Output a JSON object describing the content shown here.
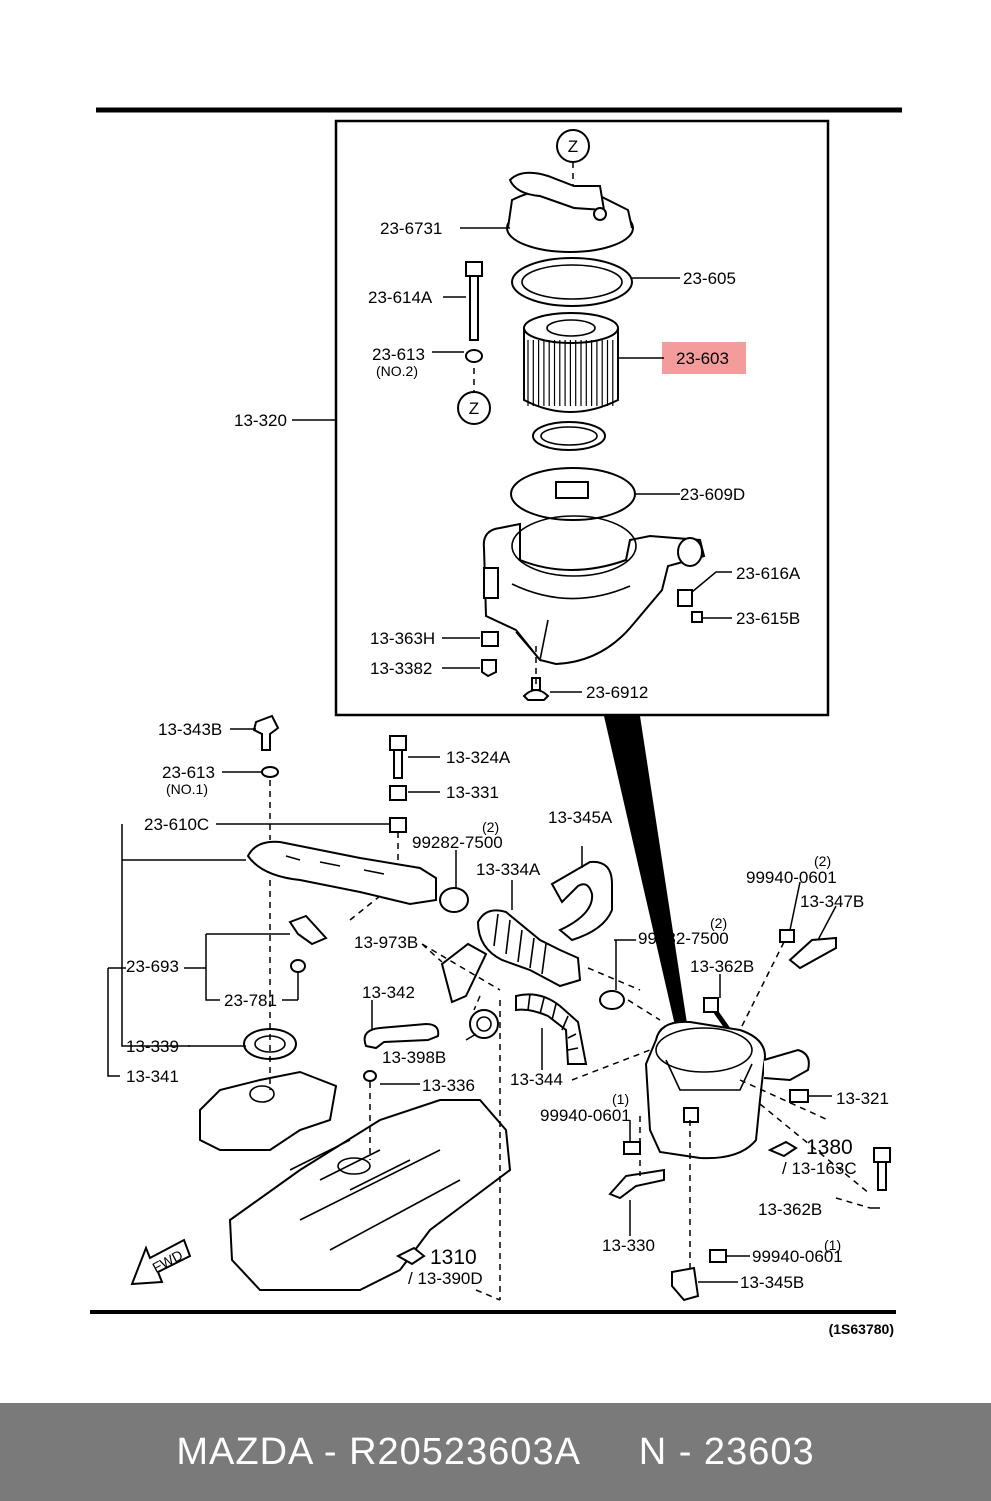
{
  "diagram_code": "(1S63780)",
  "highlight_color": "#f28b8b",
  "zoom_marker": "Z",
  "labels": {
    "l_23_6731": "23-6731",
    "l_23_605": "23-605",
    "l_23_614a": "23-614A",
    "l_23_613_top": "23-613",
    "l_no2": "(NO.2)",
    "l_23_603": "23-603",
    "l_13_320": "13-320",
    "l_23_609d": "23-609D",
    "l_23_616a": "23-616A",
    "l_23_615b": "23-615B",
    "l_13_363h": "13-363H",
    "l_13_3382": "13-3382",
    "l_23_6912": "23-6912",
    "l_13_343b": "13-343B",
    "l_23_613_bot": "23-613",
    "l_no1": "(NO.1)",
    "l_13_324a": "13-324A",
    "l_13_331": "13-331",
    "l_23_610c": "23-610C",
    "l_99282_a": "99282-7500",
    "l_q2_a": "(2)",
    "l_13_345a": "13-345A",
    "l_13_334a": "13-334A",
    "l_99940_a": "99940-0601",
    "l_q2_b": "(2)",
    "l_13_347b": "13-347B",
    "l_13_973b": "13-973B",
    "l_23_693": "23-693",
    "l_99282_b": "99282-7500",
    "l_q2_c": "(2)",
    "l_13_362b_top": "13-362B",
    "l_23_781": "23-781",
    "l_13_342": "13-342",
    "l_13_339": "13-339",
    "l_13_398b": "13-398B",
    "l_13_344": "13-344",
    "l_13_341": "13-341",
    "l_13_336": "13-336",
    "l_13_321": "13-321",
    "l_99940_b": "99940-0601",
    "l_q1_a": "(1)",
    "l_1380": "1380",
    "l_13_163c": "/ 13-163C",
    "l_13_362b_bot": "13-362B",
    "l_13_330": "13-330",
    "l_1310": "1310",
    "l_13_390d": "/ 13-390D",
    "l_99940_c": "99940-0601",
    "l_q1_b": "(1)",
    "l_13_345b": "13-345B",
    "l_fwd": "FWD"
  },
  "footer": {
    "brand_part": "MAZDA - R20523603A",
    "ref_part": "N - 23603"
  }
}
